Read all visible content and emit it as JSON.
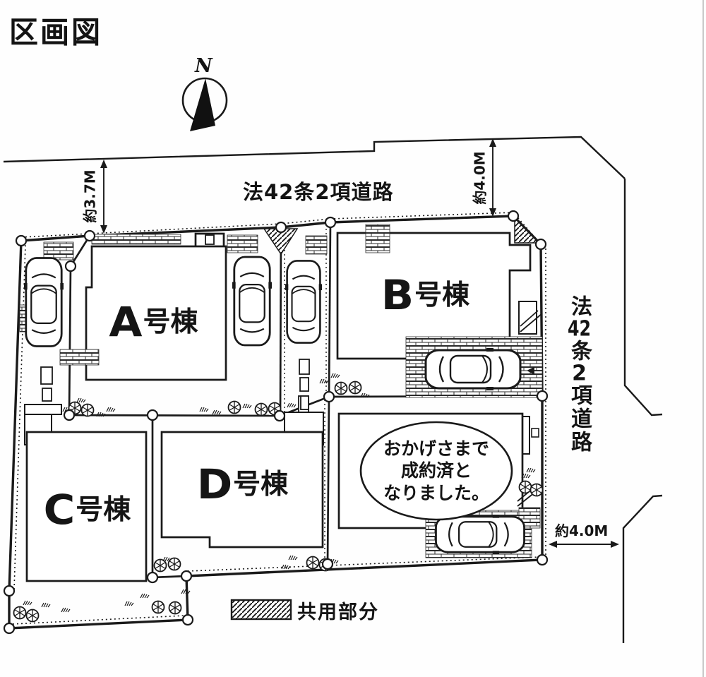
{
  "title": "区画図",
  "compass": {
    "north_label": "N"
  },
  "roads": {
    "top_label": "法42条2項道路",
    "right_label_parts": [
      "法",
      "42",
      "条",
      "2",
      "項",
      "道",
      "路"
    ]
  },
  "measurements": {
    "left_width": "約3.7M",
    "top_right_width": "約4.0M",
    "right_width": "約4.0M"
  },
  "buildings": {
    "a": {
      "letter": "A",
      "suffix": "号棟"
    },
    "b": {
      "letter": "B",
      "suffix": "号棟"
    },
    "c": {
      "letter": "C",
      "suffix": "号棟"
    },
    "d": {
      "letter": "D",
      "suffix": "号棟"
    }
  },
  "sold_note": {
    "lines": [
      "おかげさまで",
      "成約済と",
      "なりました。"
    ]
  },
  "legend": {
    "shared_area_label": "共用部分"
  },
  "colors": {
    "ink": "#1a1a1a",
    "paper": "#ffffff"
  }
}
